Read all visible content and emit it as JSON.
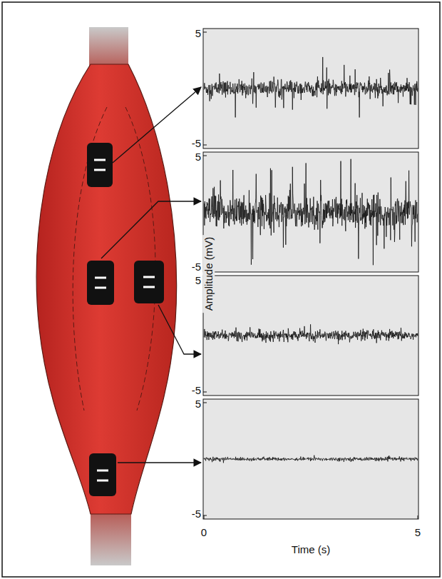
{
  "diagram": {
    "labels": [
      "5",
      "-5",
      "5",
      "-5",
      "5",
      "-5",
      "5",
      "-5",
      "Amplitude (mV)",
      "0",
      "Time (s)",
      "5"
    ]
  }
}
